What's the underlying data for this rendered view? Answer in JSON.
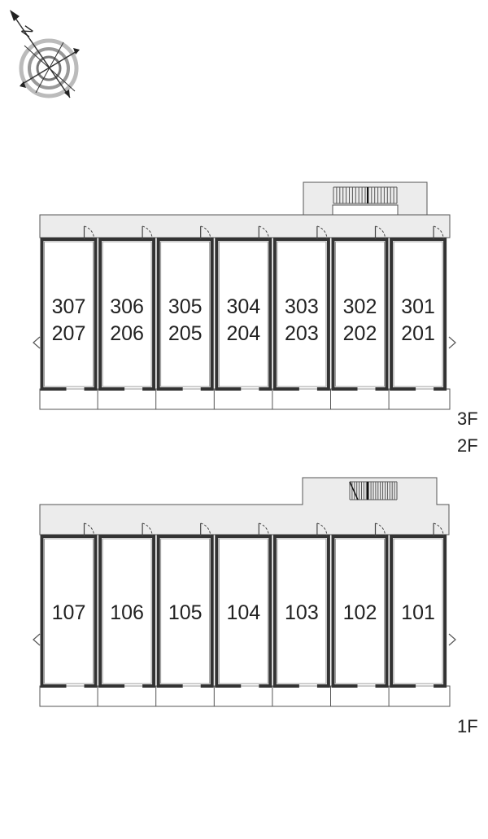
{
  "compass": {
    "north_label": "N",
    "icon": "compass-rose-icon"
  },
  "colors": {
    "corridor_fill": "#ececec",
    "wall": "#333333",
    "line": "#555555",
    "text": "#222222"
  },
  "upper_block": {
    "floor_labels": [
      "3F",
      "2F"
    ],
    "units": [
      {
        "upper": "307",
        "lower": "207"
      },
      {
        "upper": "306",
        "lower": "206"
      },
      {
        "upper": "305",
        "lower": "205"
      },
      {
        "upper": "304",
        "lower": "204"
      },
      {
        "upper": "303",
        "lower": "203"
      },
      {
        "upper": "302",
        "lower": "202"
      },
      {
        "upper": "301",
        "lower": "201"
      }
    ]
  },
  "lower_block": {
    "floor_labels": [
      "1F"
    ],
    "units": [
      {
        "label": "107"
      },
      {
        "label": "106"
      },
      {
        "label": "105"
      },
      {
        "label": "104"
      },
      {
        "label": "103"
      },
      {
        "label": "102"
      },
      {
        "label": "101"
      }
    ]
  }
}
